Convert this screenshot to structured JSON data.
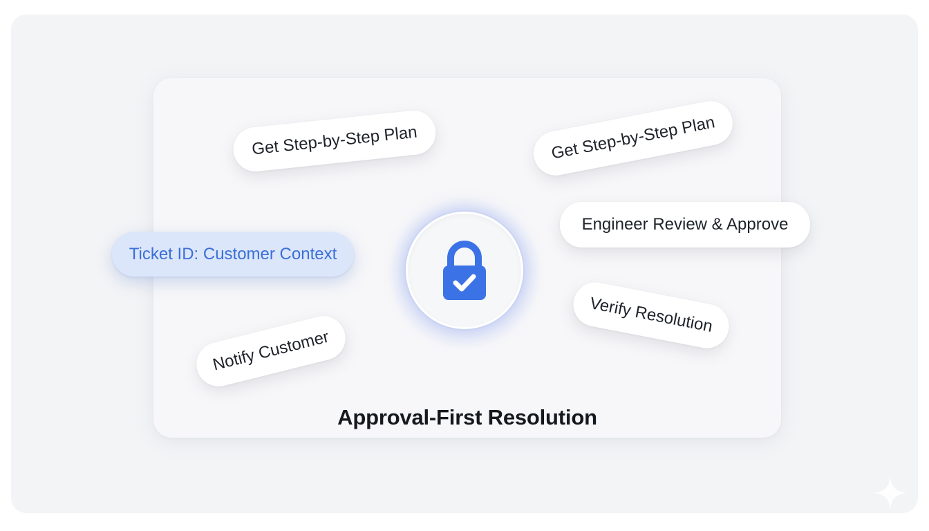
{
  "diagram": {
    "title": "Approval-First Resolution",
    "center_icon": "lock-check-icon",
    "accent_color": "#3b73e6",
    "steps": [
      {
        "id": "plan-left",
        "label": "Get Step-by-Step Plan",
        "active": false
      },
      {
        "id": "plan-right",
        "label": "Get Step-by-Step Plan",
        "active": false
      },
      {
        "id": "engineer",
        "label": "Engineer Review & Approve",
        "active": false
      },
      {
        "id": "ticket",
        "label": "Ticket ID: Customer Context",
        "active": true
      },
      {
        "id": "verify",
        "label": "Verify Resolution",
        "active": false
      },
      {
        "id": "notify",
        "label": "Notify Customer",
        "active": false
      }
    ]
  }
}
